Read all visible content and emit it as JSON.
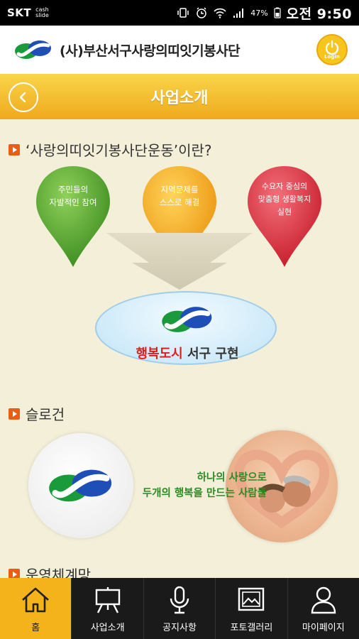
{
  "statusbar": {
    "carrier": "SKT",
    "carrier_sub": "cash slide",
    "battery": "47%",
    "time": "오전 9:50"
  },
  "header": {
    "brand": "(사)부산서구사랑의띠잇기봉사단",
    "login_label": "Login",
    "title": "사업소개"
  },
  "sections": [
    {
      "title": "‘사랑의띠잇기봉사단운동’이란?"
    },
    {
      "title": "슬로건"
    },
    {
      "title": "운영체계망"
    }
  ],
  "pins": [
    {
      "text": "주민들의\n자발적인 참여",
      "color": "#5aa630"
    },
    {
      "text": "지역문제를\n스스로 해결",
      "color": "#f2a31a"
    },
    {
      "text": "수요자 중심의\n맞춤형 생활복지\n실현",
      "color": "#d9323f"
    }
  ],
  "center": {
    "highlight": "행복도시",
    "rest": " 서구 구현"
  },
  "slogan": {
    "line1": "하나의 사랑으로",
    "line2": "두개의 행복을 만드는 사람들"
  },
  "nav": [
    {
      "label": "홈",
      "icon": "home-icon",
      "active": true
    },
    {
      "label": "사업소개",
      "icon": "easel-icon"
    },
    {
      "label": "공지사항",
      "icon": "microphone-icon"
    },
    {
      "label": "포토갤러리",
      "icon": "picture-icon"
    },
    {
      "label": "마이페이지",
      "icon": "person-icon"
    }
  ],
  "colors": {
    "accent": "#f5b31b",
    "marker": "#e95d14",
    "slogan": "#2c8a23"
  }
}
